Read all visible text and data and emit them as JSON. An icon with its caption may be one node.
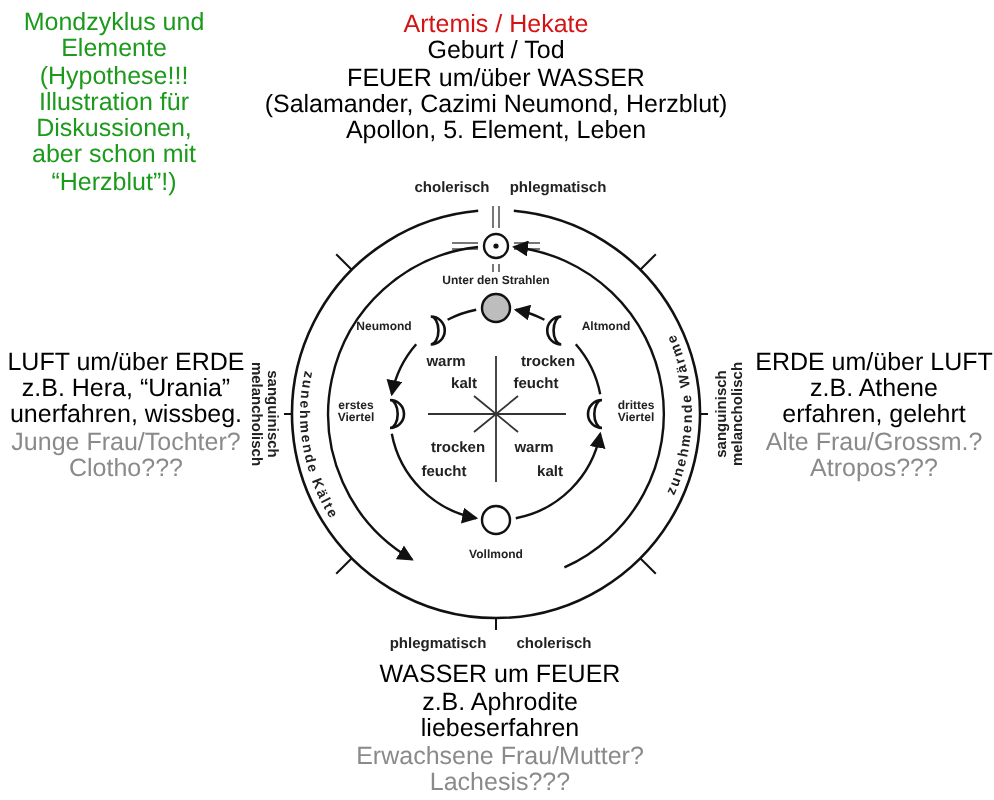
{
  "diagram": {
    "nodes": [
      {
        "text": [],
        "shape": "circle"
      },
      {
        "text": [],
        "shape": "circle",
        "beside": [
          "Unter den Strahlen"
        ]
      },
      {
        "text": [],
        "shape": "crescent",
        "beside": [
          "Neumond"
        ]
      },
      {
        "text": [],
        "shape": "crescent",
        "beside": [
          "Altmond"
        ]
      },
      {
        "text": [],
        "shape": "crescent",
        "beside": [
          "erstes Viertel"
        ]
      },
      {
        "text": [],
        "shape": "crescent",
        "beside": [
          "drittes Viertel"
        ]
      },
      {
        "text": [],
        "shape": "circle",
        "beside": [
          "Vollmond"
        ]
      }
    ],
    "edges": [
      {
        "from": 0,
        "to": null,
        "arrow": "to"
      },
      {
        "from": null,
        "to": 0,
        "arrow": "to"
      },
      {
        "from": 3,
        "to": 1,
        "arrow": "to"
      },
      {
        "from": 1,
        "to": 2,
        "arrow": "none"
      },
      {
        "from": 2,
        "to": 4,
        "arrow": "to"
      },
      {
        "from": 4,
        "to": 6,
        "arrow": "to"
      },
      {
        "from": 6,
        "to": 5,
        "arrow": "to"
      },
      {
        "from": 5,
        "to": 3,
        "arrow": "none"
      }
    ],
    "labels": [
      "Mondzyklus und Elemente (Hypothese!!! Illustration für Diskussionen, aber schon mit “Herzblut”!)",
      "Artemis / Hekate",
      "Geburt / Tod",
      "FEUER um/über WASSER",
      "(Salamander, Cazimi Neumond, Herzblut)",
      "Apollon, 5. Element, Leben",
      "cholerisch",
      "phlegmatisch",
      "LUFT um/über ERDE",
      "z.B. Hera, “Urania”",
      "unerfahren, wissbeg.",
      "Junge Frau/Tochter?",
      "Clotho???",
      "melancholisch",
      "sanguinisch",
      "zunehmende Kälte",
      "warm",
      "kalt",
      "trocken",
      "feucht",
      "trocken",
      "feucht",
      "warm",
      "kalt",
      "zunehmende Wärme",
      "ERDE um/über LUFT",
      "z.B. Athene",
      "erfahren, gelehrt",
      "Alte Frau/Grossm.?",
      "Atropos???",
      "sanguinisch",
      "melancholisch",
      "phlegmatisch",
      "cholerisch",
      "WASSER um FEUER",
      "z.B. Aphrodite",
      "liebeserfahren",
      "Erwachsene Frau/Mutter?",
      "Lachesis???"
    ]
  }
}
